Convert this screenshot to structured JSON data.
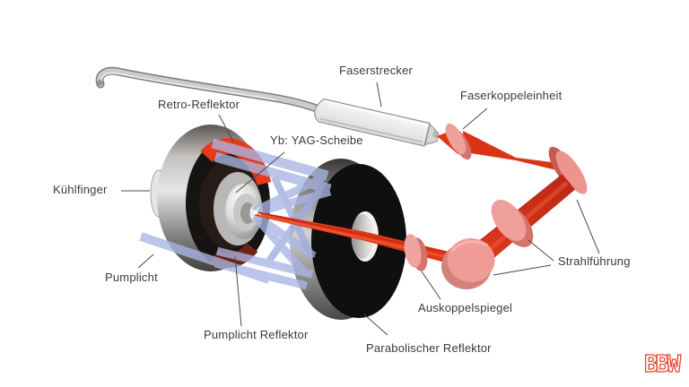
{
  "labels": {
    "faserstrecker": "Faserstrecker",
    "faserkoppeleinheit": "Faserkoppeleinheit",
    "retro_reflektor": "Retro-Reflektor",
    "yb_yag_scheibe": "Yb: YAG-Scheibe",
    "kuehlfinger": "Kühlfinger",
    "pumplicht": "Pumplicht",
    "pumplicht_reflektor": "Pumplicht Reflektor",
    "parabolischer_reflektor": "Parabolischer Reflektor",
    "auskoppelspiegel": "Auskoppelspiegel",
    "strahlfuehrung": "Strahlführung"
  },
  "logo": {
    "text": "BBW",
    "color": "#e8452f"
  },
  "colors": {
    "background": "#ffffff",
    "label_text": "#3a3a3a",
    "leader_line": "#4a4a4a",
    "laser_beam_red": "#e23617",
    "laser_beam_dark": "#c62a15",
    "pump_beam_blue": "#a9b6e3",
    "optics_pink": "#ec9a94",
    "optics_pink_rim": "#d4736d",
    "reflector_black": "#121212",
    "metal_silver": "#c8c6c4",
    "retro_reflector_red": "#e63a1d"
  }
}
